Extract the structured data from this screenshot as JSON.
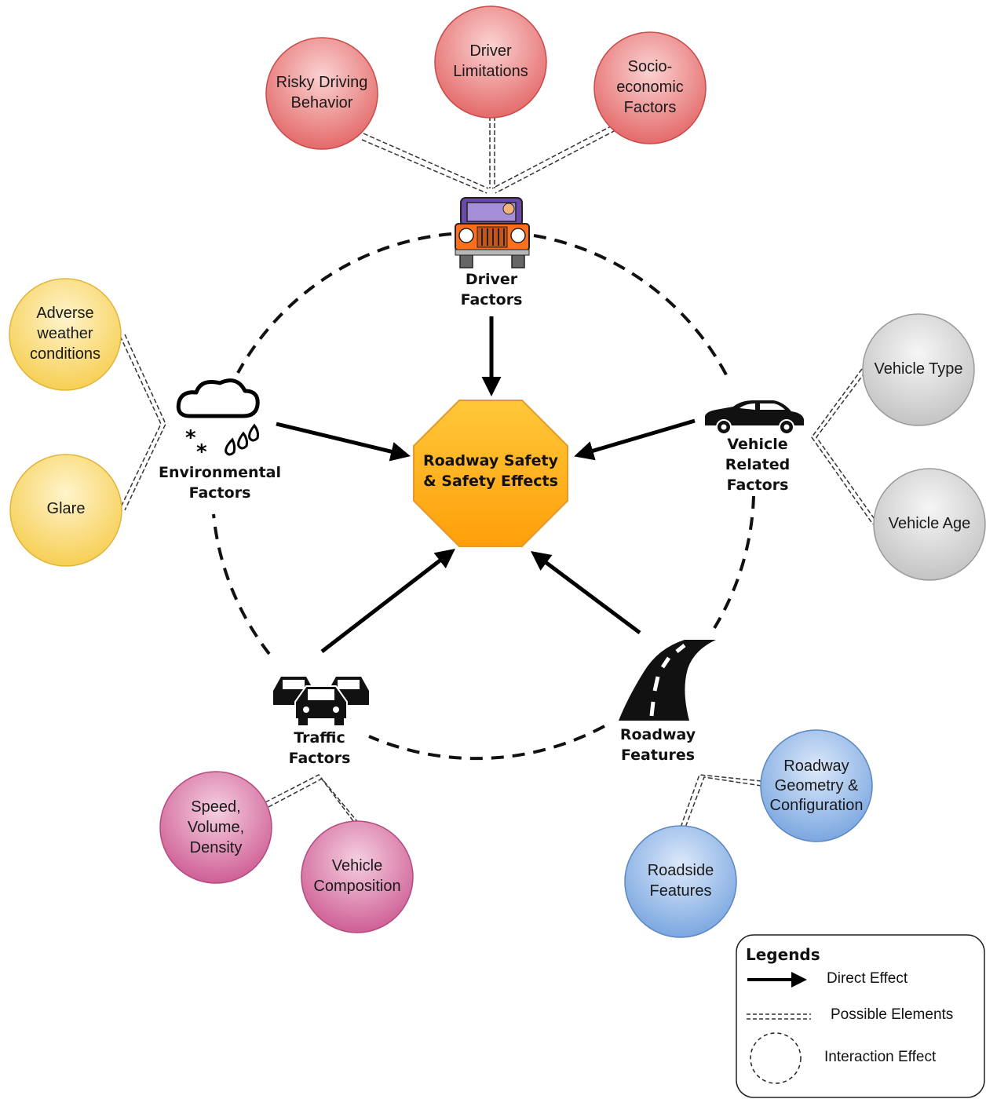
{
  "center": {
    "line1": "Roadway Safety",
    "line2": "& Safety Effects"
  },
  "hubs": {
    "driver": {
      "line1": "Driver",
      "line2": "Factors",
      "icon": "jeep-driver-icon"
    },
    "environmental": {
      "line1": "Environmental",
      "line2": "Factors",
      "icon": "weather-cloud-icon"
    },
    "vehicle": {
      "line1": "Vehicle",
      "line2": "Related",
      "line3": "Factors",
      "icon": "car-icon"
    },
    "traffic": {
      "line1": "Traffic",
      "line2": "Factors",
      "icon": "traffic-cars-icon"
    },
    "roadway": {
      "line1": "Roadway",
      "line2": "Features",
      "icon": "road-icon"
    }
  },
  "elements": {
    "risky": {
      "line1": "Risky Driving",
      "line2": "Behavior"
    },
    "limitations": {
      "line1": "Driver",
      "line2": "Limitations"
    },
    "socio": {
      "line1": "Socio-",
      "line2": "economic",
      "line3": "Factors"
    },
    "weather": {
      "line1": "Adverse",
      "line2": "weather",
      "line3": "conditions"
    },
    "glare": {
      "line1": "Glare"
    },
    "vtype": {
      "line1": "Vehicle Type"
    },
    "vage": {
      "line1": "Vehicle Age"
    },
    "speed": {
      "line1": "Speed,",
      "line2": "Volume,",
      "line3": "Density"
    },
    "composition": {
      "line1": "Vehicle",
      "line2": "Composition"
    },
    "geometry": {
      "line1": "Roadway",
      "line2": "Geometry &",
      "line3": "Configuration"
    },
    "roadside": {
      "line1": "Roadside",
      "line2": "Features"
    }
  },
  "legend": {
    "title": "Legends",
    "direct": "Direct Effect",
    "possible": "Possible Elements",
    "interaction": "Interaction Effect"
  },
  "colors": {
    "driver_group": "#e46a6a",
    "environment_group": "#f6cf54",
    "vehicle_group": "#c4c4c4",
    "traffic_group": "#cf5f95",
    "roadway_group": "#7ba7e0",
    "center_fill": "#ffa80f"
  }
}
